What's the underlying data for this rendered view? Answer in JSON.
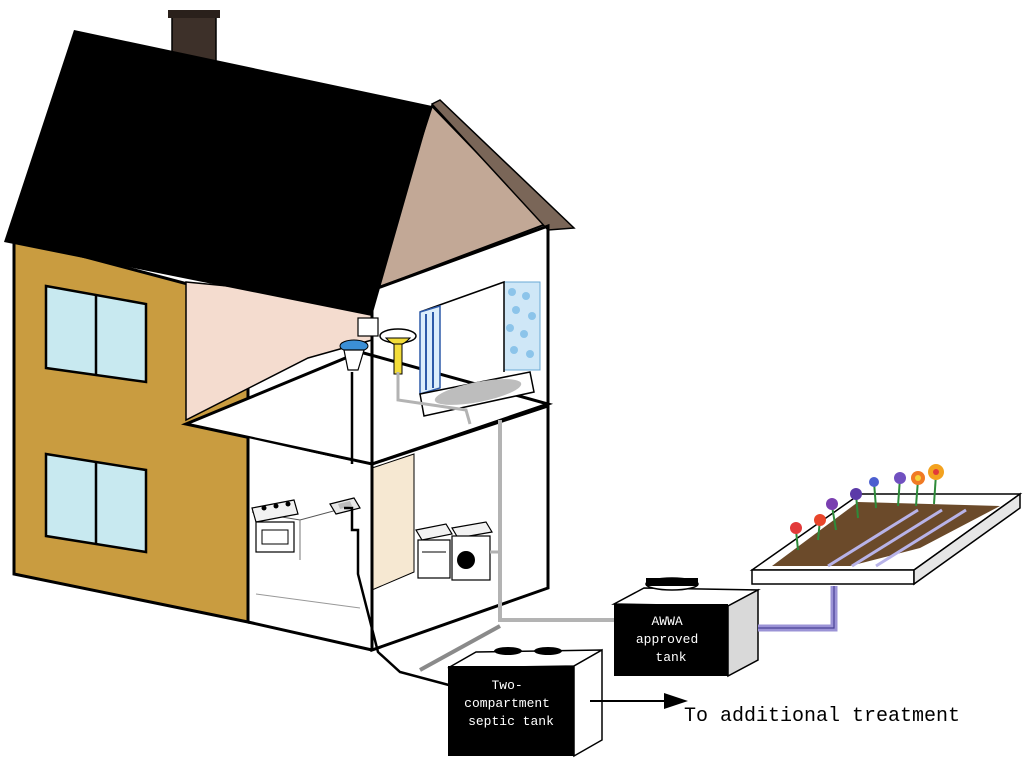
{
  "labels": {
    "awwa_tank": [
      "AWWA",
      "approved",
      "tank"
    ],
    "septic_tank": [
      "Two-",
      "compartment",
      "septic tank"
    ],
    "outflow": "To additional treatment"
  },
  "colors": {
    "roof": "#000000",
    "chimney": "#3d3029",
    "gable": "#c2a896",
    "wall": "#c99c40",
    "window": "#c8e9f0",
    "interior_upper": "#f4dccf",
    "interior_lower": "#f6e8d2",
    "greywater_pipe": "#b3b3b3",
    "drip_pipe": "#9b93d6",
    "soil": "#6b4a2a",
    "tank": "#000000"
  }
}
